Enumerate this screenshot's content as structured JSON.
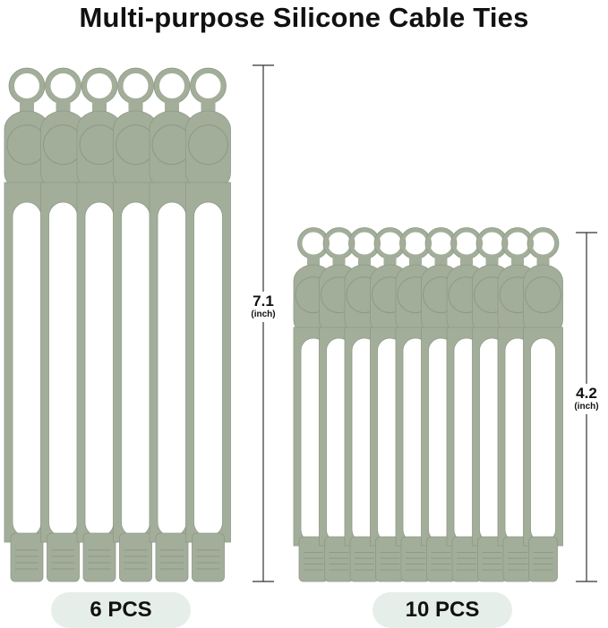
{
  "title": "Multi-purpose Silicone Cable Ties",
  "colors": {
    "tie_fill": "#a3ae9a",
    "tie_stroke": "#8e9985",
    "tie_slot": "#ffffff",
    "pill_bg": "#e6eeea",
    "dimension_line": "#333333"
  },
  "groups": [
    {
      "count_label": "6 PCS",
      "tie_count": 6,
      "length_value": "7.1",
      "length_unit": "(inch)"
    },
    {
      "count_label": "10 PCS",
      "tie_count": 10,
      "length_value": "4.2",
      "length_unit": "(inch)"
    }
  ]
}
